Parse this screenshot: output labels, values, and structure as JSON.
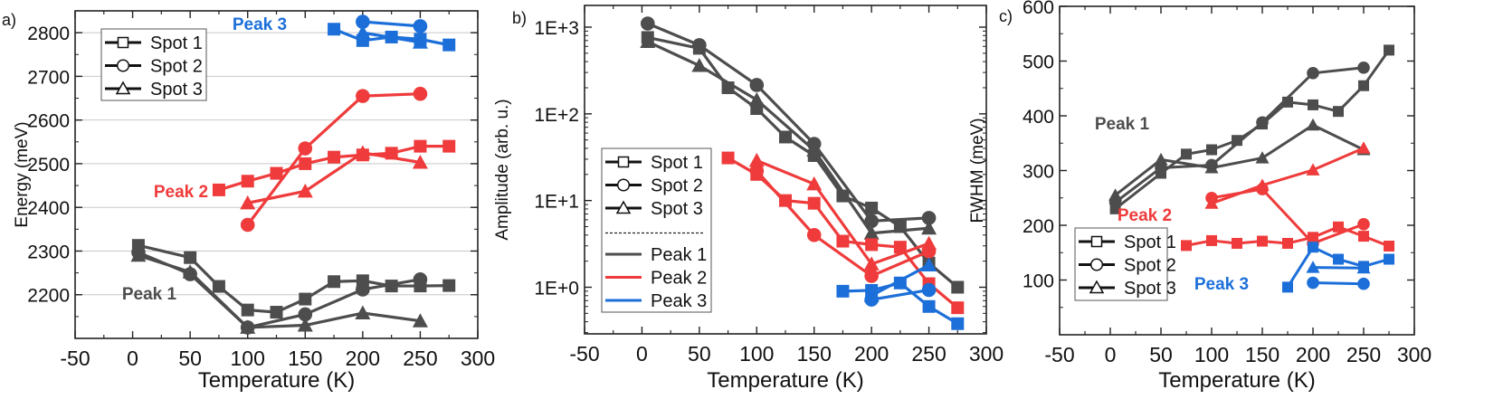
{
  "colors": {
    "Peak 1": "#4d4d4d",
    "Peak 2": "#ef3b3b",
    "Peak 3": "#1c6fd9",
    "axis": "#222222",
    "grid": "#c8c8c8"
  },
  "chart_data": [
    {
      "panel_label": "a)",
      "type": "line",
      "xlabel": "Temperature (K)",
      "ylabel": "Energy (meV)",
      "xlim": [
        -50,
        300
      ],
      "ylim": [
        2100,
        2850
      ],
      "yscale": "linear",
      "xticks": [
        -50,
        0,
        50,
        100,
        150,
        200,
        250,
        300
      ],
      "yticks": [
        2200,
        2300,
        2400,
        2500,
        2600,
        2700,
        2800
      ],
      "ytick_labels": [
        "2200",
        "2300",
        "2400",
        "2500",
        "2600",
        "2700",
        "2800"
      ],
      "grid": "horizontal",
      "legend": {
        "placement": "top-left",
        "entries": [
          {
            "label": "Spot 1",
            "marker": "square"
          },
          {
            "label": "Spot 2",
            "marker": "circle"
          },
          {
            "label": "Spot 3",
            "marker": "triangle"
          }
        ]
      },
      "annotations": [
        {
          "text": "Peak 3",
          "peak": "Peak 3"
        },
        {
          "text": "Peak 2",
          "peak": "Peak 2"
        },
        {
          "text": "Peak 1",
          "peak": "Peak 1"
        }
      ],
      "series": [
        {
          "peak": "Peak 1",
          "spot": "Spot 1",
          "marker": "square",
          "x": [
            5,
            50,
            75,
            100,
            125,
            150,
            175,
            200,
            225,
            250,
            275
          ],
          "y": [
            2313,
            2285,
            2219,
            2165,
            2160,
            2190,
            2230,
            2232,
            2220,
            2220,
            2221
          ]
        },
        {
          "peak": "Peak 1",
          "spot": "Spot 2",
          "marker": "circle",
          "x": [
            5,
            50,
            100,
            150,
            200,
            250
          ],
          "y": [
            2297,
            2247,
            2125,
            2155,
            2212,
            2235
          ]
        },
        {
          "peak": "Peak 1",
          "spot": "Spot 3",
          "marker": "triangle",
          "x": [
            5,
            50,
            100,
            150,
            200,
            250
          ],
          "y": [
            2290,
            2252,
            2125,
            2130,
            2158,
            2140
          ]
        },
        {
          "peak": "Peak 2",
          "spot": "Spot 1",
          "marker": "square",
          "x": [
            75,
            100,
            125,
            150,
            175,
            200,
            225,
            250,
            275
          ],
          "y": [
            2440,
            2460,
            2478,
            2500,
            2515,
            2520,
            2524,
            2540,
            2540
          ]
        },
        {
          "peak": "Peak 2",
          "spot": "Spot 2",
          "marker": "circle",
          "x": [
            100,
            150,
            200,
            250
          ],
          "y": [
            2360,
            2535,
            2655,
            2660
          ]
        },
        {
          "peak": "Peak 2",
          "spot": "Spot 3",
          "marker": "triangle",
          "x": [
            100,
            150,
            200,
            250
          ],
          "y": [
            2410,
            2437,
            2525,
            2503
          ]
        },
        {
          "peak": "Peak 3",
          "spot": "Spot 1",
          "marker": "square",
          "x": [
            175,
            200,
            225,
            250,
            275
          ],
          "y": [
            2808,
            2782,
            2790,
            2785,
            2772
          ]
        },
        {
          "peak": "Peak 3",
          "spot": "Spot 2",
          "marker": "circle",
          "x": [
            200,
            250
          ],
          "y": [
            2825,
            2815
          ]
        },
        {
          "peak": "Peak 3",
          "spot": "Spot 3",
          "marker": "triangle",
          "x": [
            200,
            250
          ],
          "y": [
            2800,
            2778
          ]
        }
      ]
    },
    {
      "panel_label": "b)",
      "type": "line",
      "xlabel": "Temperature (K)",
      "ylabel": "Amplitude (arb. u.)",
      "xlim": [
        -50,
        300
      ],
      "ylim": [
        0.29,
        1780
      ],
      "yscale": "log",
      "xticks": [
        -50,
        0,
        50,
        100,
        150,
        200,
        250,
        300
      ],
      "yticks": [
        1,
        10,
        100,
        1000
      ],
      "ytick_labels": [
        "1E+0",
        "1E+1",
        "1E+2",
        "1E+3"
      ],
      "grid": "none",
      "legend": {
        "placement": "center-left",
        "entries": [
          {
            "label": "Spot 1",
            "marker": "square"
          },
          {
            "label": "Spot 2",
            "marker": "circle"
          },
          {
            "label": "Spot 3",
            "marker": "triangle"
          },
          {
            "label": "Peak 1",
            "line": "Peak 1"
          },
          {
            "label": "Peak 2",
            "line": "Peak 2"
          },
          {
            "label": "Peak 3",
            "line": "Peak 3"
          }
        ]
      },
      "annotations": [],
      "series": [
        {
          "peak": "Peak 1",
          "spot": "Spot 1",
          "marker": "square",
          "x": [
            5,
            50,
            75,
            100,
            125,
            150,
            175,
            200,
            225,
            250,
            275
          ],
          "y": [
            760,
            570,
            200,
            115,
            54,
            33,
            11.3,
            8.2,
            5.0,
            1.9,
            1.0
          ]
        },
        {
          "peak": "Peak 1",
          "spot": "Spot 2",
          "marker": "circle",
          "x": [
            5,
            50,
            100,
            150,
            200,
            250
          ],
          "y": [
            1100,
            620,
            215,
            45,
            5.8,
            6.3
          ]
        },
        {
          "peak": "Peak 1",
          "spot": "Spot 3",
          "marker": "triangle",
          "x": [
            5,
            50,
            100,
            150,
            200,
            250
          ],
          "y": [
            680,
            360,
            145,
            38,
            4.2,
            4.8
          ]
        },
        {
          "peak": "Peak 2",
          "spot": "Spot 1",
          "marker": "square",
          "x": [
            75,
            100,
            125,
            150,
            175,
            200,
            225,
            250,
            275
          ],
          "y": [
            31,
            20,
            10,
            9.3,
            3.4,
            3.1,
            2.9,
            1.1,
            0.58
          ]
        },
        {
          "peak": "Peak 2",
          "spot": "Spot 2",
          "marker": "circle",
          "x": [
            100,
            150,
            200,
            250
          ],
          "y": [
            22,
            4.0,
            1.35,
            2.6
          ]
        },
        {
          "peak": "Peak 2",
          "spot": "Spot 3",
          "marker": "triangle",
          "x": [
            100,
            150,
            200,
            250
          ],
          "y": [
            29,
            15.5,
            1.85,
            3.2
          ]
        },
        {
          "peak": "Peak 3",
          "spot": "Spot 1",
          "marker": "square",
          "x": [
            175,
            200,
            225,
            250,
            275
          ],
          "y": [
            0.9,
            0.92,
            1.12,
            0.6,
            0.38
          ]
        },
        {
          "peak": "Peak 3",
          "spot": "Spot 2",
          "marker": "circle",
          "x": [
            200,
            250
          ],
          "y": [
            0.72,
            0.93
          ]
        },
        {
          "peak": "Peak 3",
          "spot": "Spot 3",
          "marker": "triangle",
          "x": [
            200,
            250
          ],
          "y": [
            0.8,
            1.8
          ]
        }
      ]
    },
    {
      "panel_label": "c)",
      "type": "line",
      "xlabel": "Temperature (K)",
      "ylabel": "FWHM (meV)",
      "xlim": [
        -50,
        300
      ],
      "ylim": [
        0,
        600
      ],
      "yscale": "linear",
      "xticks": [
        -50,
        0,
        50,
        100,
        150,
        200,
        250,
        300
      ],
      "yticks": [
        100,
        200,
        300,
        400,
        500,
        600
      ],
      "ytick_labels": [
        "100",
        "200",
        "300",
        "400",
        "500",
        "600"
      ],
      "grid": "none",
      "legend": {
        "placement": "bottom-left",
        "entries": [
          {
            "label": "Spot 1",
            "marker": "square"
          },
          {
            "label": "Spot 2",
            "marker": "circle"
          },
          {
            "label": "Spot 3",
            "marker": "triangle"
          }
        ]
      },
      "annotations": [
        {
          "text": "Peak 1",
          "peak": "Peak 1"
        },
        {
          "text": "Peak 2",
          "peak": "Peak 2"
        },
        {
          "text": "Peak 3",
          "peak": "Peak 3"
        }
      ],
      "series": [
        {
          "peak": "Peak 1",
          "spot": "Spot 1",
          "marker": "square",
          "x": [
            5,
            50,
            75,
            100,
            125,
            150,
            175,
            200,
            225,
            250,
            275
          ],
          "y": [
            230,
            295,
            330,
            338,
            355,
            385,
            425,
            420,
            408,
            455,
            520
          ]
        },
        {
          "peak": "Peak 1",
          "spot": "Spot 2",
          "marker": "circle",
          "x": [
            5,
            50,
            100,
            150,
            200,
            250
          ],
          "y": [
            242,
            305,
            310,
            388,
            478,
            488
          ]
        },
        {
          "peak": "Peak 1",
          "spot": "Spot 3",
          "marker": "triangle",
          "x": [
            5,
            50,
            100,
            150,
            200,
            250
          ],
          "y": [
            255,
            320,
            305,
            323,
            383,
            338
          ]
        },
        {
          "peak": "Peak 2",
          "spot": "Spot 1",
          "marker": "square",
          "x": [
            75,
            100,
            125,
            150,
            175,
            200,
            225,
            250,
            275
          ],
          "y": [
            163,
            172,
            167,
            171,
            167,
            178,
            197,
            180,
            162
          ]
        },
        {
          "peak": "Peak 2",
          "spot": "Spot 2",
          "marker": "circle",
          "x": [
            100,
            150,
            200,
            250
          ],
          "y": [
            250,
            266,
            167,
            202
          ]
        },
        {
          "peak": "Peak 2",
          "spot": "Spot 3",
          "marker": "triangle",
          "x": [
            100,
            150,
            200,
            250
          ],
          "y": [
            240,
            273,
            301,
            341
          ]
        },
        {
          "peak": "Peak 3",
          "spot": "Spot 1",
          "marker": "square",
          "x": [
            175,
            200,
            225,
            250,
            275
          ],
          "y": [
            87,
            160,
            138,
            125,
            138
          ]
        },
        {
          "peak": "Peak 3",
          "spot": "Spot 2",
          "marker": "circle",
          "x": [
            200,
            250
          ],
          "y": [
            95,
            93
          ]
        },
        {
          "peak": "Peak 3",
          "spot": "Spot 3",
          "marker": "triangle",
          "x": [
            200,
            250
          ],
          "y": [
            123,
            122
          ]
        }
      ]
    }
  ]
}
